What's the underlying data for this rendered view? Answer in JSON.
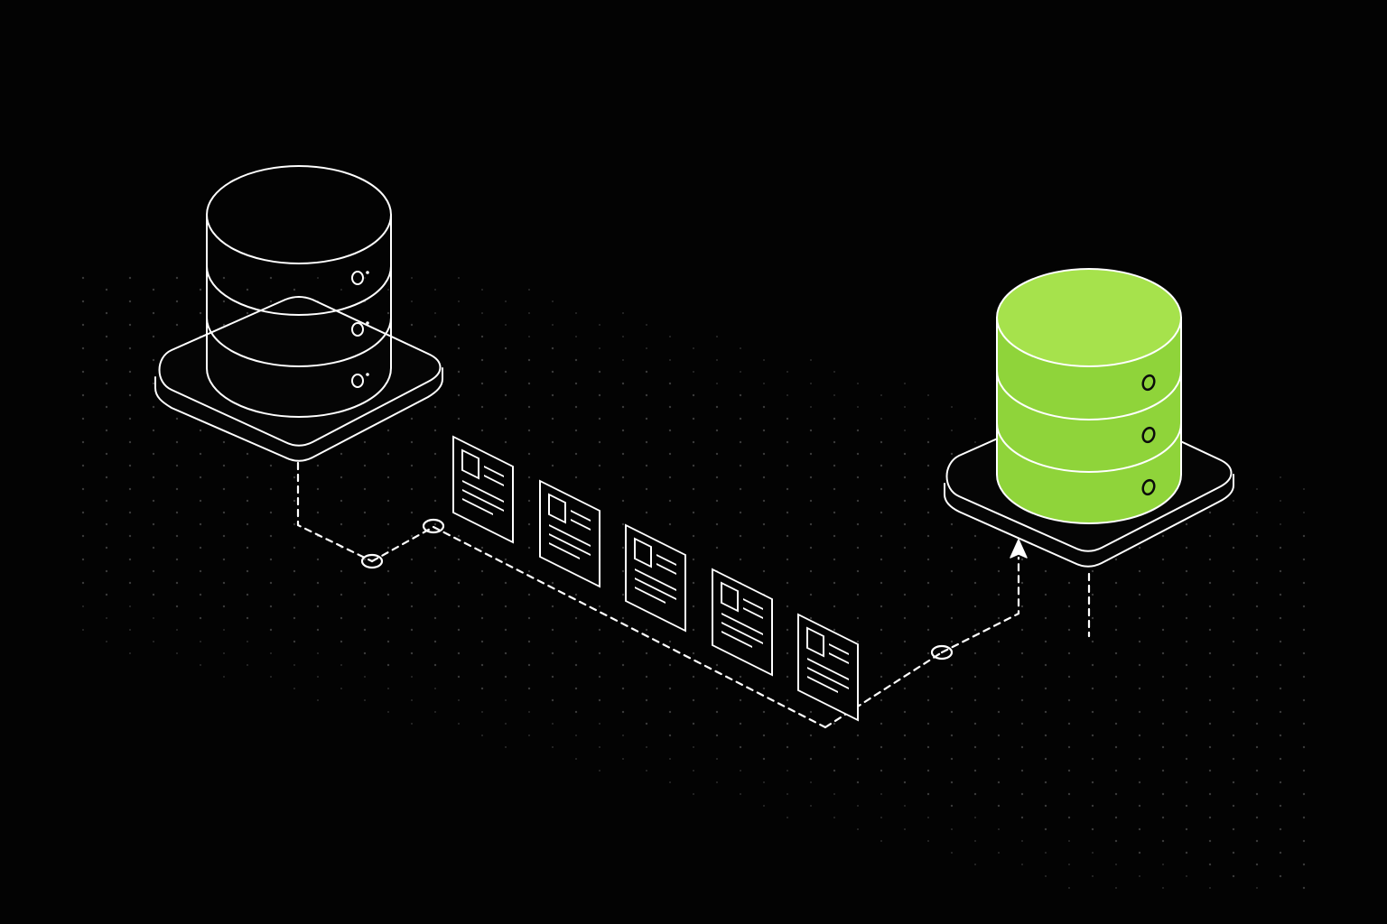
{
  "diagram": {
    "nodes": [
      {
        "id": "source-database",
        "kind": "database",
        "icon": "database-icon",
        "style": "outline",
        "disks": 3
      },
      {
        "id": "target-database",
        "kind": "database",
        "icon": "database-icon",
        "style": "filled",
        "disks": 3
      }
    ],
    "documents": [
      {
        "icon": "document-icon"
      },
      {
        "icon": "document-icon"
      },
      {
        "icon": "document-icon"
      },
      {
        "icon": "document-icon"
      },
      {
        "icon": "document-icon"
      }
    ],
    "connectors": [
      {
        "from": "source-database",
        "to": "target-database",
        "style": "dashed",
        "arrow": "end",
        "waypoints": 3
      }
    ],
    "labels": []
  },
  "theme": {
    "background": "#030303",
    "stroke": "#ffffff",
    "accent": "#8fd43a",
    "accent_light": "#a6e24c",
    "dot": "#3a3a3a"
  }
}
